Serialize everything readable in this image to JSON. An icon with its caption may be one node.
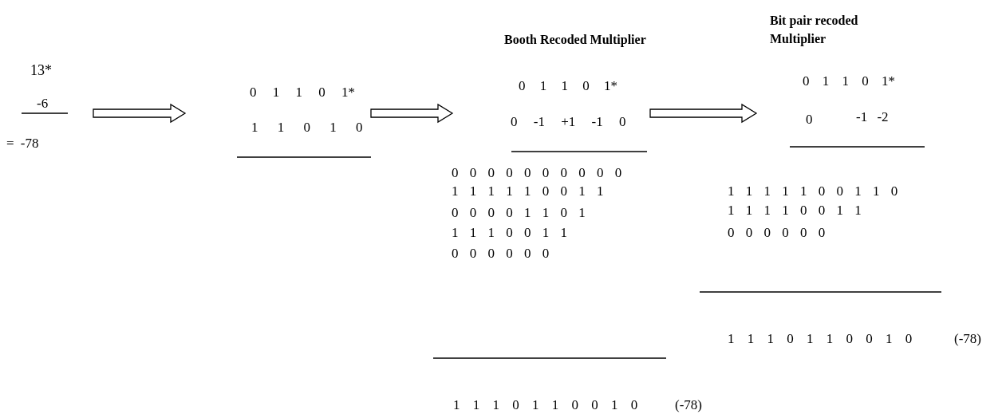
{
  "diagram": {
    "nodes": [
      {
        "text": [
          "13*",
          "-6",
          "= -78"
        ]
      },
      {
        "text": [
          "0 1 1 0 1*",
          "1 1 0 1 0"
        ]
      },
      {
        "text": [
          "Booth Recoded Multiplier",
          "0 1 1 0 1*",
          "0 -1 +1 -1 0"
        ]
      },
      {
        "text": [
          "Bit pair recoded Multiplier",
          "0 1 1 0 1*",
          "0",
          "-1 -2"
        ]
      }
    ],
    "edges": [
      {
        "from": 0,
        "to": 1,
        "arrow": "to"
      },
      {
        "from": 1,
        "to": 2,
        "arrow": "to"
      },
      {
        "from": 2,
        "to": 3,
        "arrow": "to"
      }
    ],
    "labels": [
      "0 0 0 0 0 0 0 0 0 0",
      "1 1 1 1 1 0 0 1 1",
      "0 0 0 0 1 1 0 1",
      "1 1 1 0 0 1 1",
      "0 0 0 0 0 0",
      "1 1 1 0 1 1 0 0 1 0",
      "(-78)",
      "1 1 1 1 1 0 0 1 1 0",
      "1 1 1 1 0 0 1 1",
      "0 0 0 0 0 0",
      "1 1 1 0 1 1 0 0 1 0",
      "(-78)"
    ]
  }
}
